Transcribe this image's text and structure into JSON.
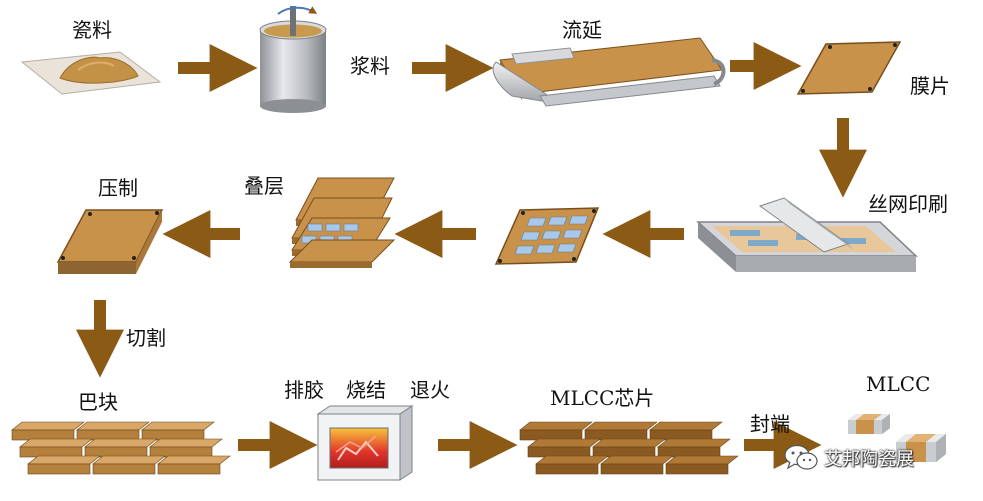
{
  "steps": {
    "ceramic_powder": "瓷料",
    "slurry": "浆料",
    "tape_casting": "流延",
    "green_sheet": "膜片",
    "screen_printing": "丝网印刷",
    "stacking": "叠层",
    "pressing": "压制",
    "cutting": "切割",
    "green_chip_bar": "巴块",
    "process_debind": "排胶",
    "process_sinter": "烧结",
    "process_anneal": "退火",
    "mlcc_chip": "MLCC芯片",
    "termination": "封端",
    "mlcc": "MLCC"
  },
  "watermark": {
    "text": "艾邦陶瓷展",
    "icon": "wechat-icon"
  },
  "colors": {
    "arrow": "#8B5A14",
    "sheet": "#C8924A",
    "sheet_edge": "#7A4E1C",
    "electrode": "#A9C7E6",
    "metal": "#C9CCD0",
    "furnace_fire": "#E0342A"
  }
}
